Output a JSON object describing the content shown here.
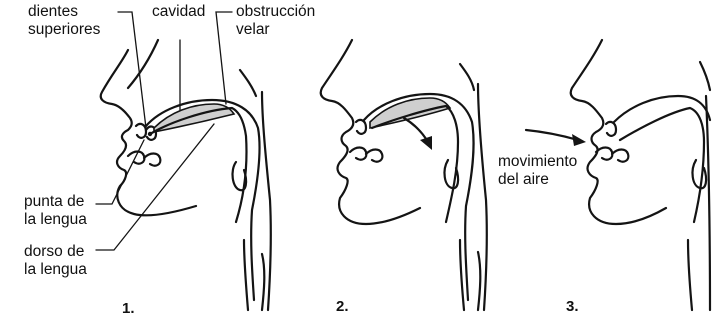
{
  "figure": {
    "labels": {
      "upper_teeth": "dientes\nsuperiores",
      "cavity": "cavidad",
      "velar_obstruction": "obstrucción\nvelar",
      "tongue_tip": "punta de\nla lengua",
      "tongue_back": "dorso de\nla lengua",
      "air_movement": "movimiento\ndel aire"
    },
    "panels": [
      {
        "number": "1."
      },
      {
        "number": "2."
      },
      {
        "number": "3."
      }
    ],
    "colors": {
      "line": "#141414",
      "cavity_fill": "#cfcfcf",
      "background": "#ffffff"
    }
  }
}
